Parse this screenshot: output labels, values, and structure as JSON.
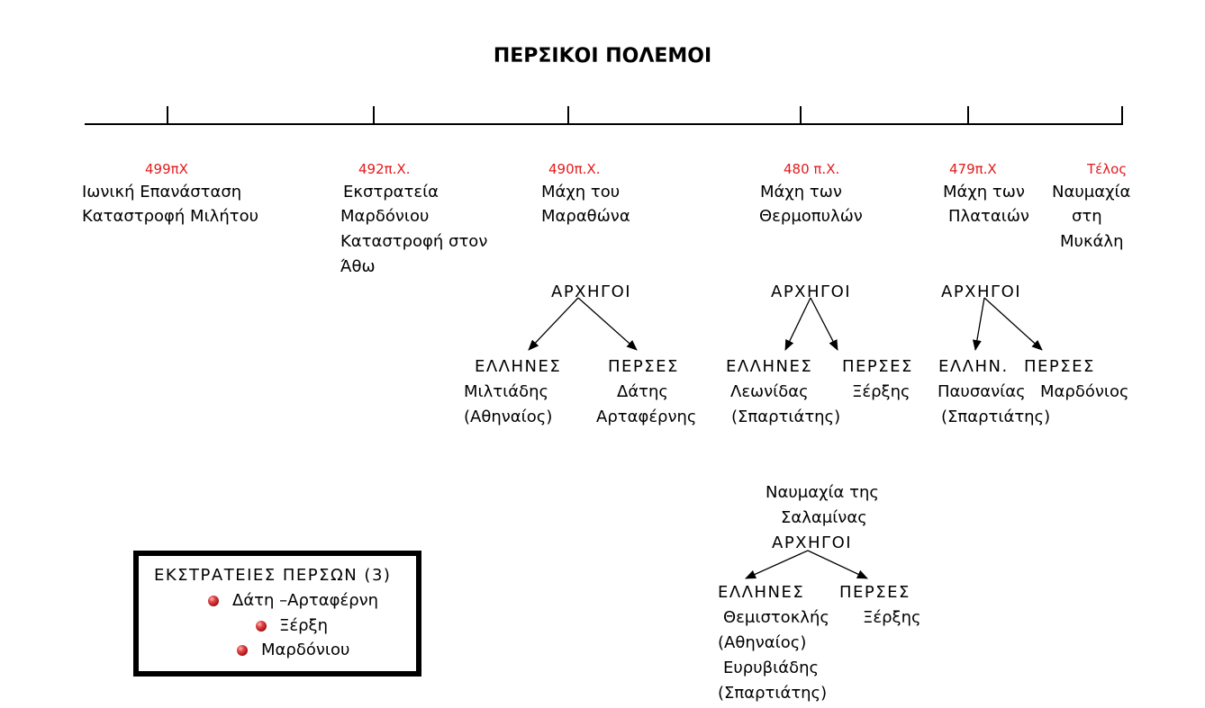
{
  "title": "ΠΕΡΣΙΚΟΙ ΠΟΛΕΜΟΙ",
  "timeline": [
    {
      "date": "499πΧ",
      "lines": [
        "Ιωνική Επανάσταση",
        "Καταστροφή Μιλήτου"
      ]
    },
    {
      "date": "492π.Χ.",
      "lines": [
        "Εκστρατεία",
        "Μαρδόνιου",
        "Καταστροφή στον",
        "Άθω"
      ]
    },
    {
      "date": "490π.Χ.",
      "lines": [
        "Μάχη του",
        "Μαραθώνα"
      ]
    },
    {
      "date": "480 π.Χ.",
      "lines": [
        "Μάχη των",
        "Θερμοπυλών"
      ]
    },
    {
      "date": "479π.Χ",
      "lines": [
        "Μάχη των",
        "Πλαταιών"
      ]
    },
    {
      "date": "Τέλος",
      "lines": [
        "Ναυμαχία",
        "στη",
        "Μυκάλη"
      ]
    }
  ],
  "leaders": [
    {
      "heading": "ΑΡΧΗΓΟΙ",
      "greek_label": "ΕΛΛΗΝΕΣ",
      "persian_label": "ΠΕΡΣΕΣ",
      "greek": [
        "Μιλτιάδης",
        "(Αθηναίος)"
      ],
      "persian": [
        "Δάτης",
        "Αρταφέρνης"
      ]
    },
    {
      "heading": "ΑΡΧΗΓΟΙ",
      "greek_label": "ΕΛΛΗΝΕΣ",
      "persian_label": "ΠΕΡΣΕΣ",
      "greek": [
        "Λεωνίδας",
        "(Σπαρτιάτης)"
      ],
      "persian": [
        "Ξέρξης"
      ]
    },
    {
      "heading": "ΑΡΧΗΓΟΙ",
      "greek_label": "ΕΛΛΗΝ.",
      "persian_label": "ΠΕΡΣΕΣ",
      "greek": [
        "Παυσανίας",
        "(Σπαρτιάτης)"
      ],
      "persian": [
        "Μαρδόνιος"
      ]
    }
  ],
  "salamis": {
    "title": [
      "Ναυμαχία της",
      "Σαλαμίνας"
    ],
    "heading": "ΑΡΧΗΓΟΙ",
    "greek_label": "ΕΛΛΗΝΕΣ",
    "persian_label": "ΠΕΡΣΕΣ",
    "greek": [
      "Θεμιστοκλής",
      "(Αθηναίος)",
      "Ευρυβιάδης",
      "(Σπαρτιάτης)"
    ],
    "persian": [
      "Ξέρξης"
    ]
  },
  "campaigns": {
    "title": "ΕΚΣΤΡΑΤΕΙΕΣ ΠΕΡΣΩΝ (3)",
    "items": [
      "Δάτη –Αρταφέρνη",
      "Ξέρξη",
      "Μαρδόνιου"
    ]
  },
  "colors": {
    "text": "#000000",
    "date": "#e31b1b",
    "bullet": "#b3161c",
    "background": "#ffffff"
  }
}
